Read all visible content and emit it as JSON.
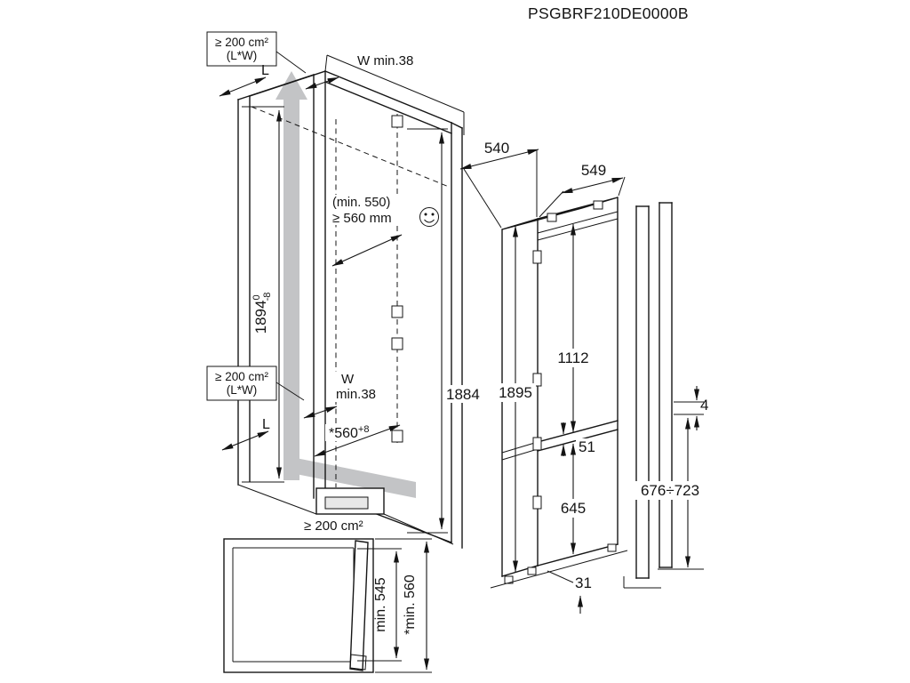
{
  "title": "PSGBRF210DE0000B",
  "niche": {
    "vent_top_line1": "≥ 200 cm²",
    "vent_top_line2": "(L*W)",
    "l_top": "L",
    "w_min_top": "W min.38",
    "depth_note": "(min. 550)",
    "depth_value": "≥ 560 mm",
    "height": "1894",
    "height_tol_upper": "0",
    "height_tol_lower": "-8",
    "vent_mid_line1": "≥ 200 cm²",
    "vent_mid_line2": "(L*W)",
    "w_label": "W",
    "w_min": "min.38",
    "l_bottom": "L",
    "depth_bottom": "*560",
    "depth_bottom_tol": "+8",
    "inner_height": "1884",
    "vent_bottom": "≥ 200 cm²"
  },
  "appliance": {
    "width": "540",
    "depth": "549",
    "height": "1895",
    "upper_section": "1112",
    "gap": "51",
    "lower_section": "645",
    "plinth": "31"
  },
  "profile": {
    "top_gap": "4",
    "height_range": "676÷723"
  },
  "top_view": {
    "inner_depth": "min. 545",
    "outer_depth": "*min. 560"
  }
}
